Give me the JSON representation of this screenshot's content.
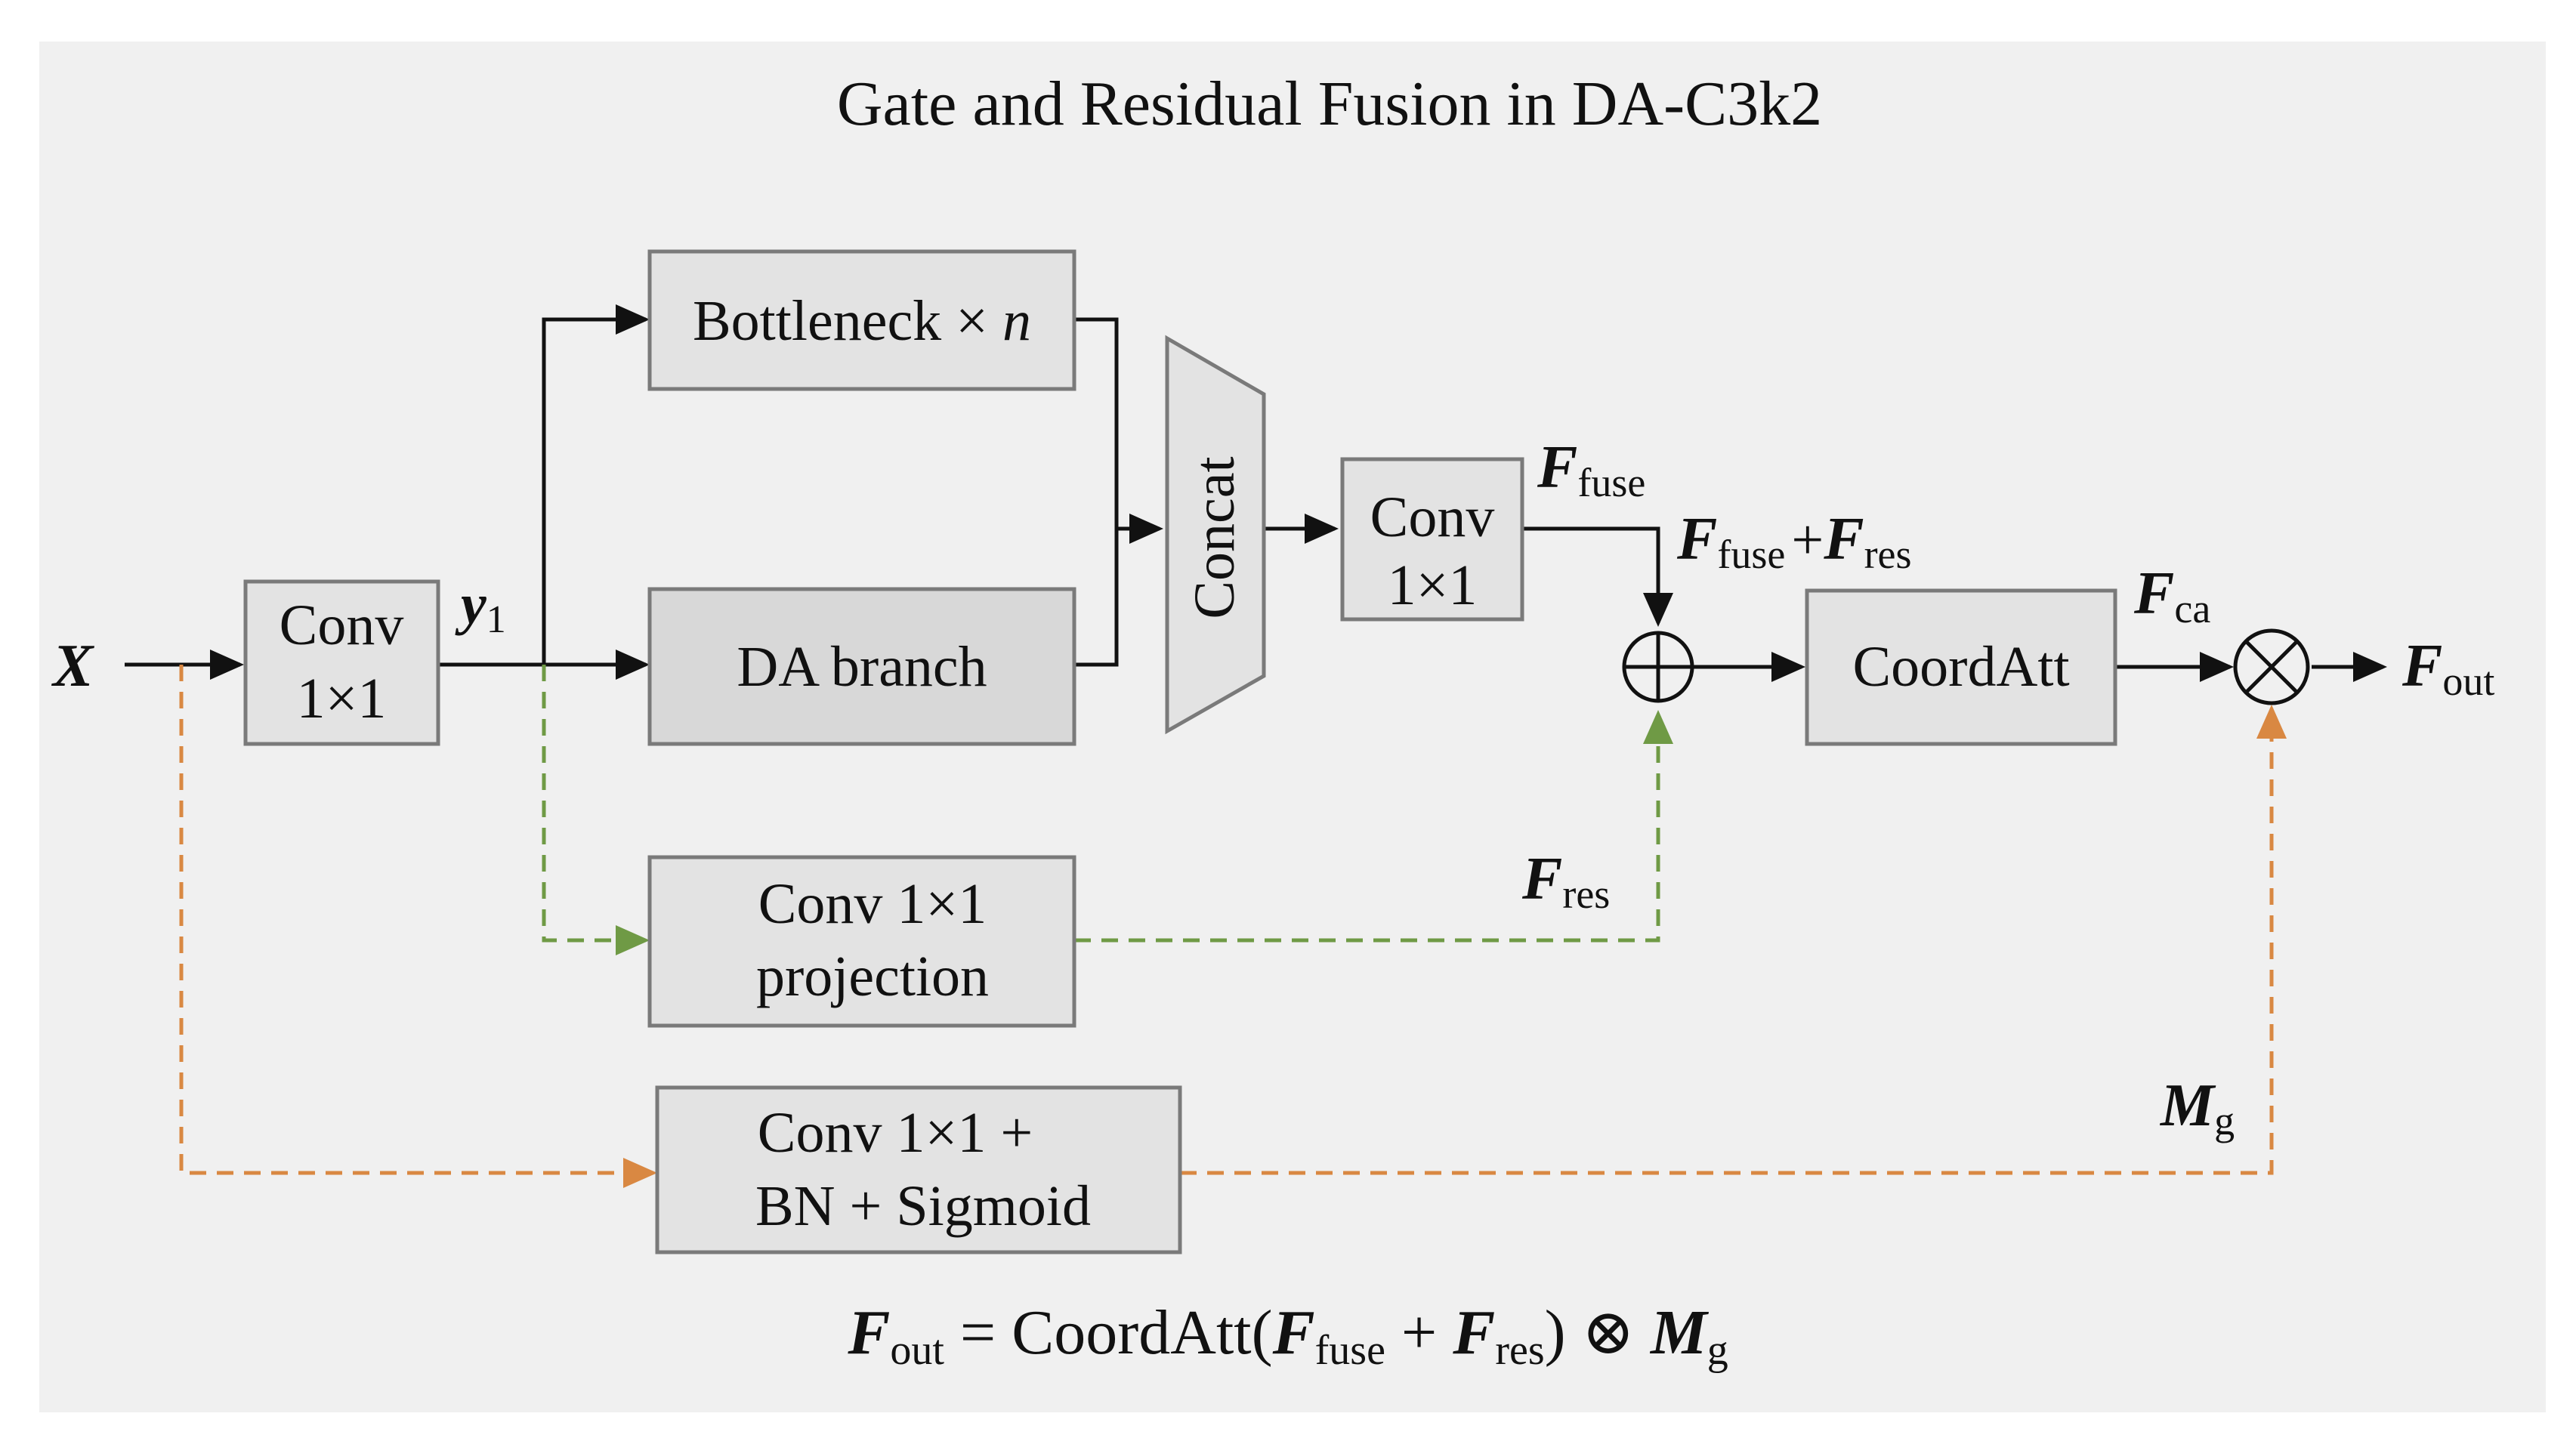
{
  "title": "Gate and Residual Fusion in DA-C3k2",
  "nodes": {
    "input": {
      "label": "X"
    },
    "conv_in": {
      "line1": "Conv",
      "line2": "1×1"
    },
    "y1": {
      "label": "y",
      "sub": "1"
    },
    "bottleneck": {
      "label": "Bottleneck ×",
      "italic": "n"
    },
    "da_branch": {
      "label": "DA branch"
    },
    "concat": {
      "label": "Concat"
    },
    "conv_mid": {
      "line1": "Conv",
      "line2": "1×1"
    },
    "proj": {
      "line1": "Conv 1×1",
      "line2": "projection"
    },
    "gate": {
      "line1": "Conv 1×1 +",
      "line2": "BN + Sigmoid"
    },
    "coordatt": {
      "label": "CoordAtt"
    },
    "add_op": {
      "symbol": "⊕"
    },
    "mul_op": {
      "symbol": "⊗"
    }
  },
  "edge_labels": {
    "f_fuse": {
      "main": "F",
      "sub": "fuse"
    },
    "f_sum": {
      "a": "F",
      "a_sub": "fuse",
      "plus": "+",
      "b": "F",
      "b_sub": "res"
    },
    "f_res": {
      "main": "F",
      "sub": "res"
    },
    "f_ca": {
      "main": "F",
      "sub": "ca"
    },
    "m_g": {
      "main": "M",
      "sub": "g"
    },
    "f_out": {
      "main": "F",
      "sub": "out"
    }
  },
  "formula": {
    "lhs": "F",
    "lhs_sub": "out",
    "eq": " = CoordAtt(",
    "a": "F",
    "a_sub": "fuse",
    "plus": " + ",
    "b": "F",
    "b_sub": "res",
    "close": ") ⊗ ",
    "m": "M",
    "m_sub": "g"
  },
  "colors": {
    "residual_path": "#6f9a45",
    "gate_path": "#d98842",
    "box_fill": "#e3e3e3",
    "box_stroke": "#7a7a7a",
    "panel": "#f0f0f0"
  }
}
